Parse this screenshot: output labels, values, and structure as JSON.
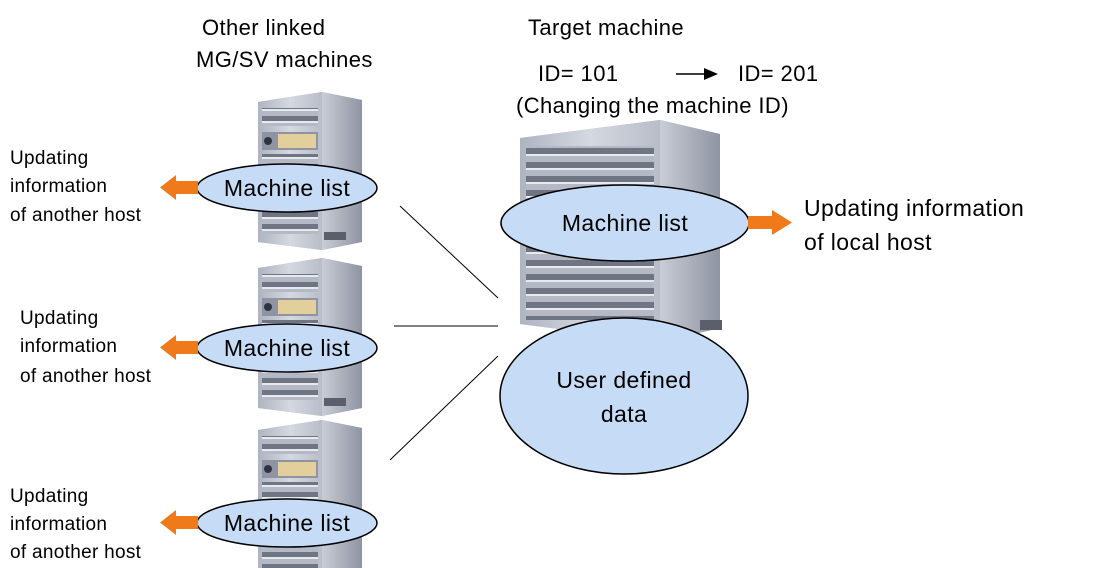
{
  "labels": {
    "other_linked_line1": "Other linked",
    "other_linked_line2": "MG/SV machines",
    "target_title": "Target machine",
    "id_from": "ID= 101",
    "id_to": "ID= 201",
    "id_change_note": "(Changing the machine ID)"
  },
  "other_hosts": [
    {
      "list_label": "Machine list",
      "update_line1": "Updating",
      "update_line2": "information",
      "update_line3": "of another host"
    },
    {
      "list_label": "Machine list",
      "update_line1": "Updating",
      "update_line2": "information",
      "update_line3": "of another host"
    },
    {
      "list_label": "Machine list",
      "update_line1": "Updating",
      "update_line2": "information",
      "update_line3": "of another host"
    }
  ],
  "target": {
    "list_label": "Machine list",
    "update_line1": "Updating information",
    "update_line2": "of local host",
    "user_data_line1": "User defined",
    "user_data_line2": "data"
  },
  "colors": {
    "ellipse_fill": "#c6dcf6",
    "ellipse_stroke": "#000000",
    "arrow": "#f07a1a",
    "server_body": "#c8ccd6",
    "server_side": "#9aa0ae",
    "server_badge": "#e2cf9c"
  },
  "icons": {
    "server": "tower-server-icon",
    "update_arrow": "orange-arrow-icon",
    "id_change_arrow": "right-arrow-icon"
  }
}
